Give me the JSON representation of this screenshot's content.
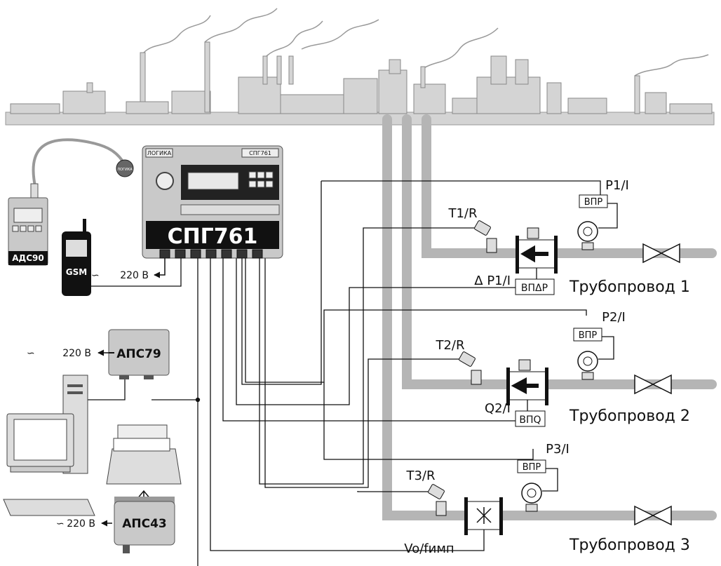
{
  "main_unit": {
    "brand": "ЛОГИКА",
    "model_small": "СПГ761",
    "model_large": "СПГ761",
    "power": "220 В"
  },
  "handheld": {
    "label": "АДС90",
    "badge": "ЛОГИКА"
  },
  "gsm": {
    "label": "GSM"
  },
  "adapters": [
    {
      "label": "АПС79",
      "power": "220 В"
    },
    {
      "label": "АПС43",
      "power": "220 В"
    }
  ],
  "pipelines": [
    {
      "name": "Трубопровод 1",
      "temp": "T1/R",
      "pressure": "P1/I",
      "pressure_box": "ВПР",
      "flow": "Δ P1/I",
      "flow_box": "ВПΔР"
    },
    {
      "name": "Трубопровод 2",
      "temp": "T2/R",
      "pressure": "P2/I",
      "pressure_box": "ВПР",
      "flow": "Q2/I",
      "flow_box": "ВПQ"
    },
    {
      "name": "Трубопровод 3",
      "temp": "T3/R",
      "pressure": "P3/I",
      "pressure_box": "ВПР",
      "flow": "Vo/fимп"
    }
  ],
  "colors": {
    "pipe": "#b5b5b5",
    "unit_body": "#c9c9c9",
    "terminal": "#111111",
    "factory": "#d4d4d4"
  }
}
